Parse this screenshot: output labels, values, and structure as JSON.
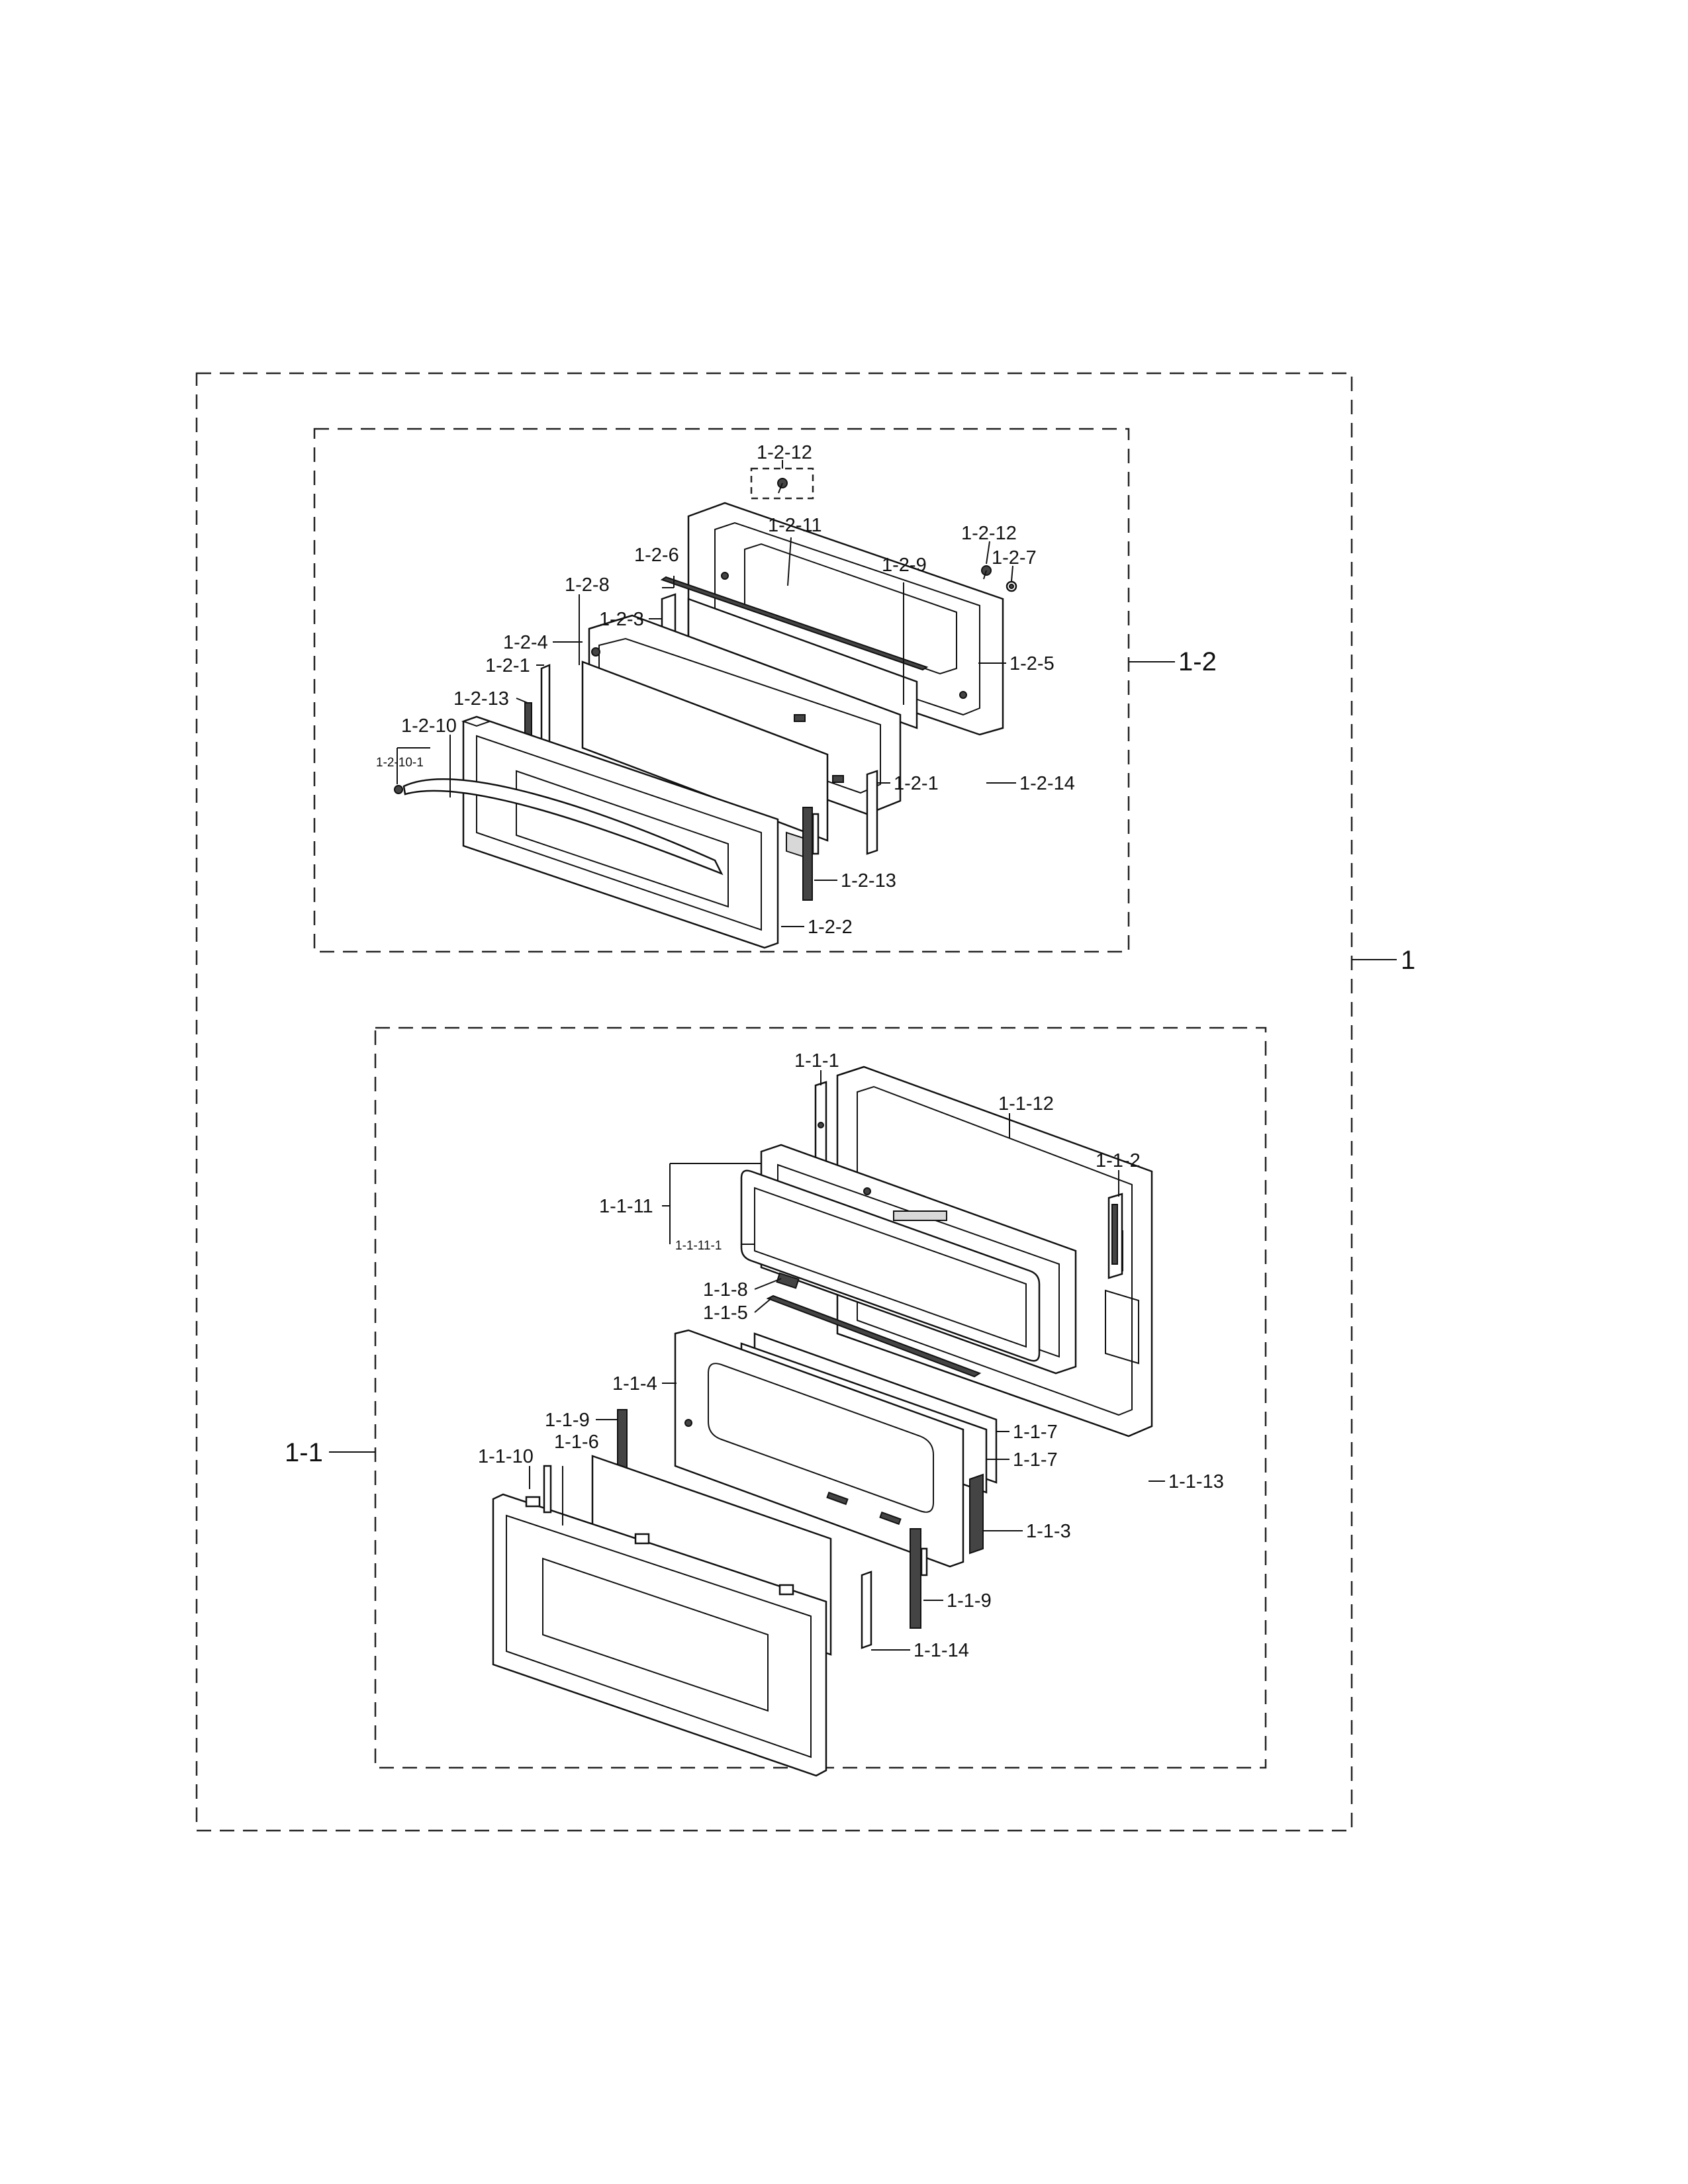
{
  "assembly": {
    "label": "1"
  },
  "upper_door": {
    "label": "1-2",
    "callouts": {
      "c_1_2_12_top": "1-2-12",
      "c_1_2_11": "1-2-11",
      "c_1_2_12_right": "1-2-12",
      "c_1_2_7": "1-2-7",
      "c_1_2_6": "1-2-6",
      "c_1_2_9": "1-2-9",
      "c_1_2_8": "1-2-8",
      "c_1_2_3": "1-2-3",
      "c_1_2_5": "1-2-5",
      "c_1_2_4": "1-2-4",
      "c_1_2_1_left": "1-2-1",
      "c_1_2_13_left": "1-2-13",
      "c_1_2_10": "1-2-10",
      "c_1_2_10_1": "1-2-10-1",
      "c_1_2_1_right": "1-2-1",
      "c_1_2_14": "1-2-14",
      "c_1_2_13_right": "1-2-13",
      "c_1_2_2": "1-2-2"
    }
  },
  "lower_door": {
    "label": "1-1",
    "callouts": {
      "c_1_1_1": "1-1-1",
      "c_1_1_12": "1-1-12",
      "c_1_1_2": "1-1-2",
      "c_1_1_11": "1-1-11",
      "c_1_1_11_1": "1-1-11-1",
      "c_1_1_8": "1-1-8",
      "c_1_1_5": "1-1-5",
      "c_1_1_4": "1-1-4",
      "c_1_1_9_left": "1-1-9",
      "c_1_1_7_a": "1-1-7",
      "c_1_1_7_b": "1-1-7",
      "c_1_1_10": "1-1-10",
      "c_1_1_6": "1-1-6",
      "c_1_1_13": "1-1-13",
      "c_1_1_3": "1-1-3",
      "c_1_1_9_right": "1-1-9",
      "c_1_1_14": "1-1-14"
    }
  }
}
